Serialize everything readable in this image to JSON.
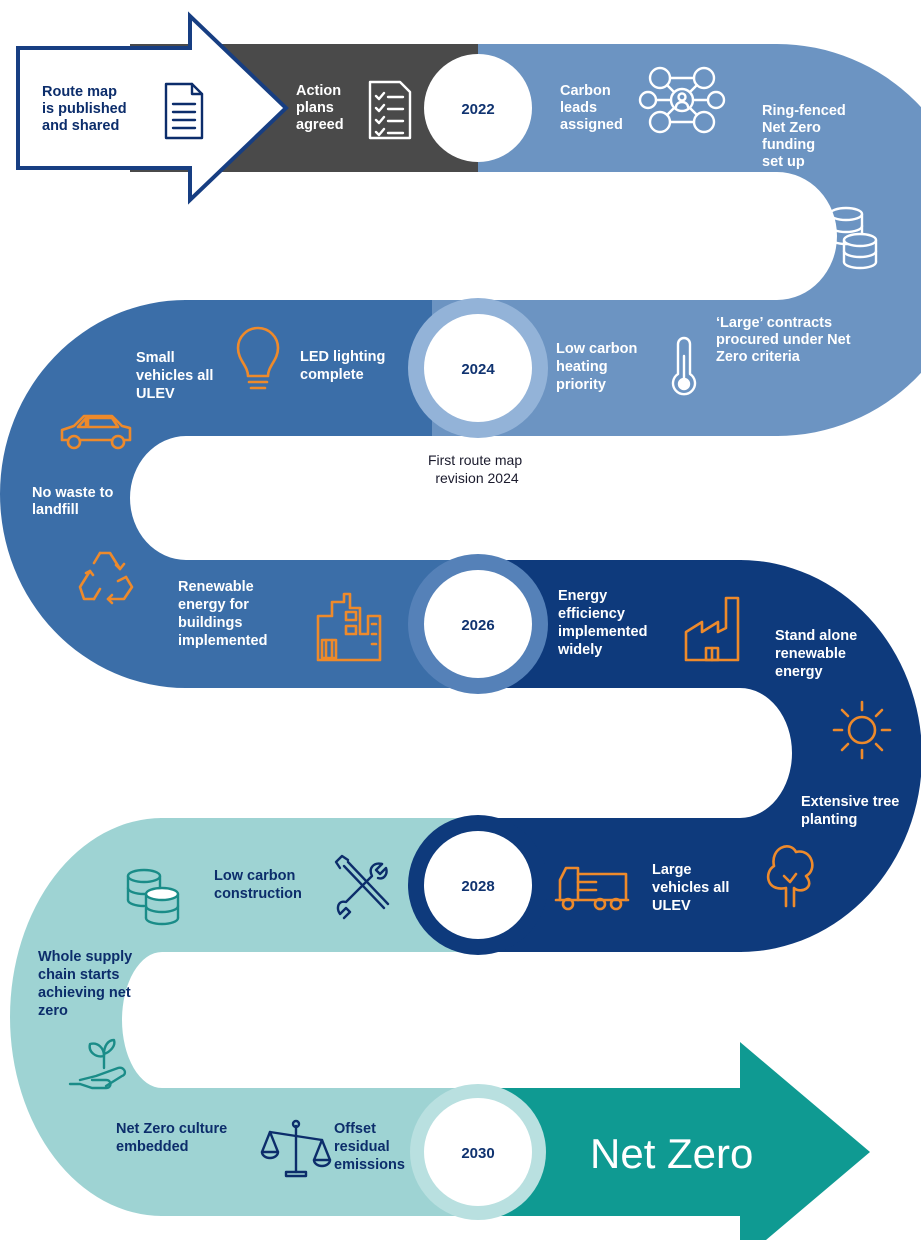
{
  "start": {
    "lines": [
      "Route map",
      "is published",
      "and shared"
    ]
  },
  "milestones": [
    {
      "year": "2022"
    },
    {
      "year": "2024"
    },
    {
      "year": "2026"
    },
    {
      "year": "2028"
    },
    {
      "year": "2030"
    }
  ],
  "items": {
    "action_plans": [
      "Action",
      "plans",
      "agreed"
    ],
    "carbon_leads": [
      "Carbon",
      "leads",
      "assigned"
    ],
    "ring_fenced": [
      "Ring-fenced",
      "Net Zero",
      "funding",
      "set up"
    ],
    "large_contracts": [
      "‘Large’ contracts",
      "procured under Net",
      "Zero criteria"
    ],
    "low_carbon_heating": [
      "Low carbon",
      "heating",
      "priority"
    ],
    "led_lighting": [
      "LED lighting",
      "complete"
    ],
    "small_vehicles": [
      "Small",
      "vehicles all",
      "ULEV"
    ],
    "revision_note": [
      "First route map",
      "revision 2024"
    ],
    "no_waste": [
      "No waste to",
      "landfill"
    ],
    "renewable_buildings": [
      "Renewable",
      "energy for",
      "buildings",
      "implemented"
    ],
    "energy_efficiency": [
      "Energy",
      "efficiency",
      "implemented",
      "widely"
    ],
    "stand_alone": [
      "Stand alone",
      "renewable",
      "energy"
    ],
    "tree_planting": [
      "Extensive tree",
      "planting"
    ],
    "low_carbon_construction": [
      "Low carbon",
      "construction"
    ],
    "large_vehicles": [
      "Large",
      "vehicles all",
      "ULEV"
    ],
    "supply_chain": [
      "Whole supply",
      "chain starts",
      "achieving net",
      "zero"
    ],
    "culture": [
      "Net Zero culture",
      "embedded"
    ],
    "offset": [
      "Offset",
      "residual",
      "emissions"
    ]
  },
  "finish": {
    "label": "Net Zero"
  },
  "colors": {
    "dark_grey": "#4a4a4a",
    "light_blue": "#6c94c2",
    "mid_blue": "#3b6ea8",
    "navy": "#0e3a7c",
    "pale_teal": "#9ed3d3",
    "teal": "#0f9a92",
    "accent_orange": "#ee8a2b"
  },
  "icons": [
    "document-icon",
    "checklist-icon",
    "network-icon",
    "coins-icon",
    "thermometer-icon",
    "lightbulb-icon",
    "car-icon",
    "recycle-icon",
    "buildings-icon",
    "factory-icon",
    "sun-icon",
    "tree-icon",
    "truck-icon",
    "tools-icon",
    "coins-icon",
    "plant-hand-icon",
    "scales-icon"
  ]
}
